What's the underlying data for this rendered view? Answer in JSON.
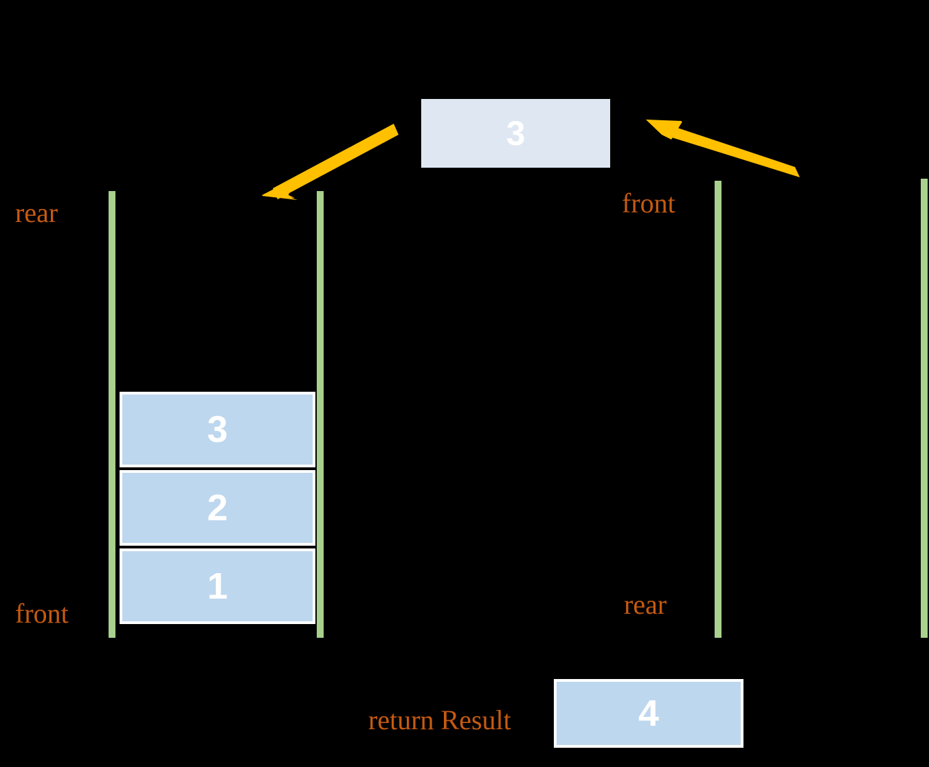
{
  "diagram": {
    "title": "queue-transfer-step",
    "colors": {
      "background": "#000000",
      "rail": "#a9d18e",
      "cell_fill": "#bdd7ee",
      "cell_fill_light": "#dee7f2",
      "cell_border": "#ffffff",
      "value_text": "#ffffff",
      "label_text": "#c55a11",
      "arrow": "#ffc000"
    }
  },
  "left_container": {
    "name": "stack-left",
    "top_label": "rear",
    "bottom_label": "front",
    "cells": [
      {
        "value": "3"
      },
      {
        "value": "2"
      },
      {
        "value": "1"
      }
    ]
  },
  "right_container": {
    "name": "stack-right",
    "top_label": "front",
    "bottom_label": "rear",
    "cells": []
  },
  "transfer": {
    "value": "3",
    "arrow_left_name": "arrow-to-left-stack",
    "arrow_right_name": "arrow-from-right-stack"
  },
  "result": {
    "label": "return Result",
    "value": "4"
  }
}
